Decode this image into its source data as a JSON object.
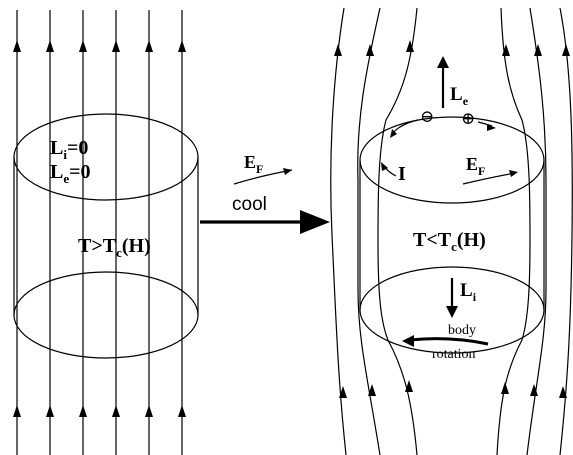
{
  "left": {
    "li": "L",
    "li_sub": "i",
    "li_eq": "=0",
    "le": "L",
    "le_sub": "e",
    "le_eq": "=0",
    "temp_pre": "T>T",
    "temp_sub": "c",
    "temp_post": "(H)"
  },
  "middle": {
    "ef": "E",
    "ef_sub": "F",
    "arrow_label": "cool"
  },
  "right": {
    "le": "L",
    "le_sub": "e",
    "minus_symbol": "⊖",
    "plus_symbol": "⊕",
    "current": "I",
    "ef": "E",
    "ef_sub": "F",
    "temp_pre": "T<T",
    "temp_sub": "c",
    "temp_post": "(H)",
    "li": "L",
    "li_sub": "i",
    "body_label_1": "body",
    "body_label_2": "rotation"
  }
}
